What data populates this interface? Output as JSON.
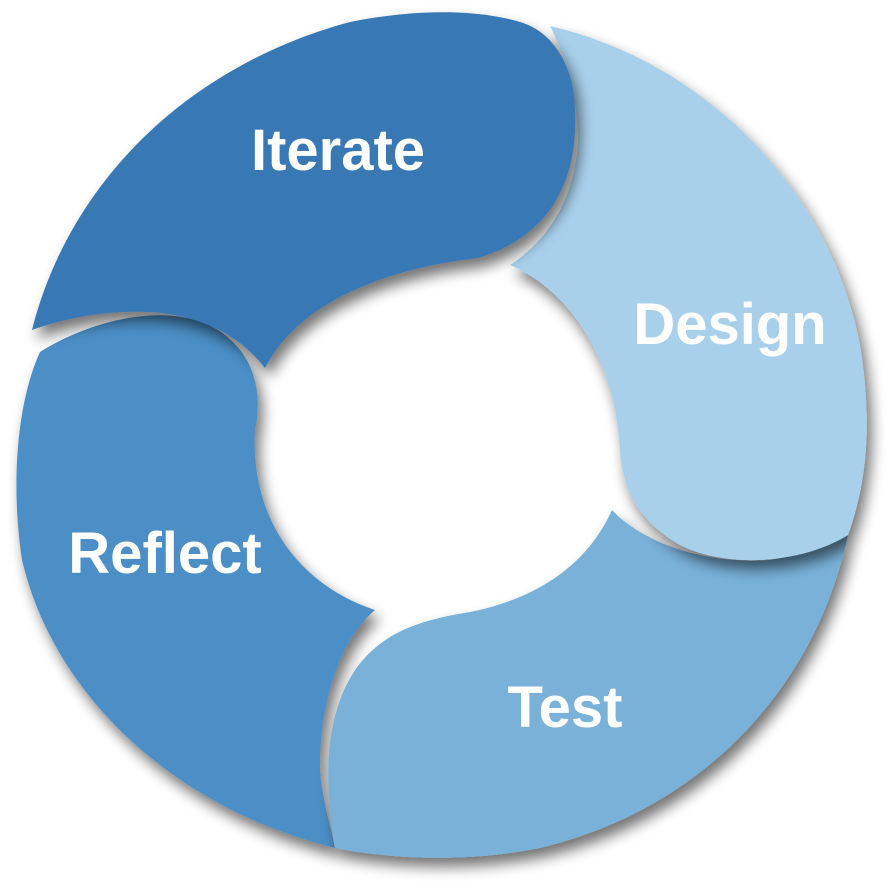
{
  "diagram": {
    "type": "cycle",
    "stages": [
      {
        "id": "iterate",
        "label": "Iterate",
        "color": "#3778B5"
      },
      {
        "id": "design",
        "label": "Design",
        "color": "#A8D0EB"
      },
      {
        "id": "test",
        "label": "Test",
        "color": "#79B1D9"
      },
      {
        "id": "reflect",
        "label": "Reflect",
        "color": "#4B8FC6"
      }
    ]
  }
}
